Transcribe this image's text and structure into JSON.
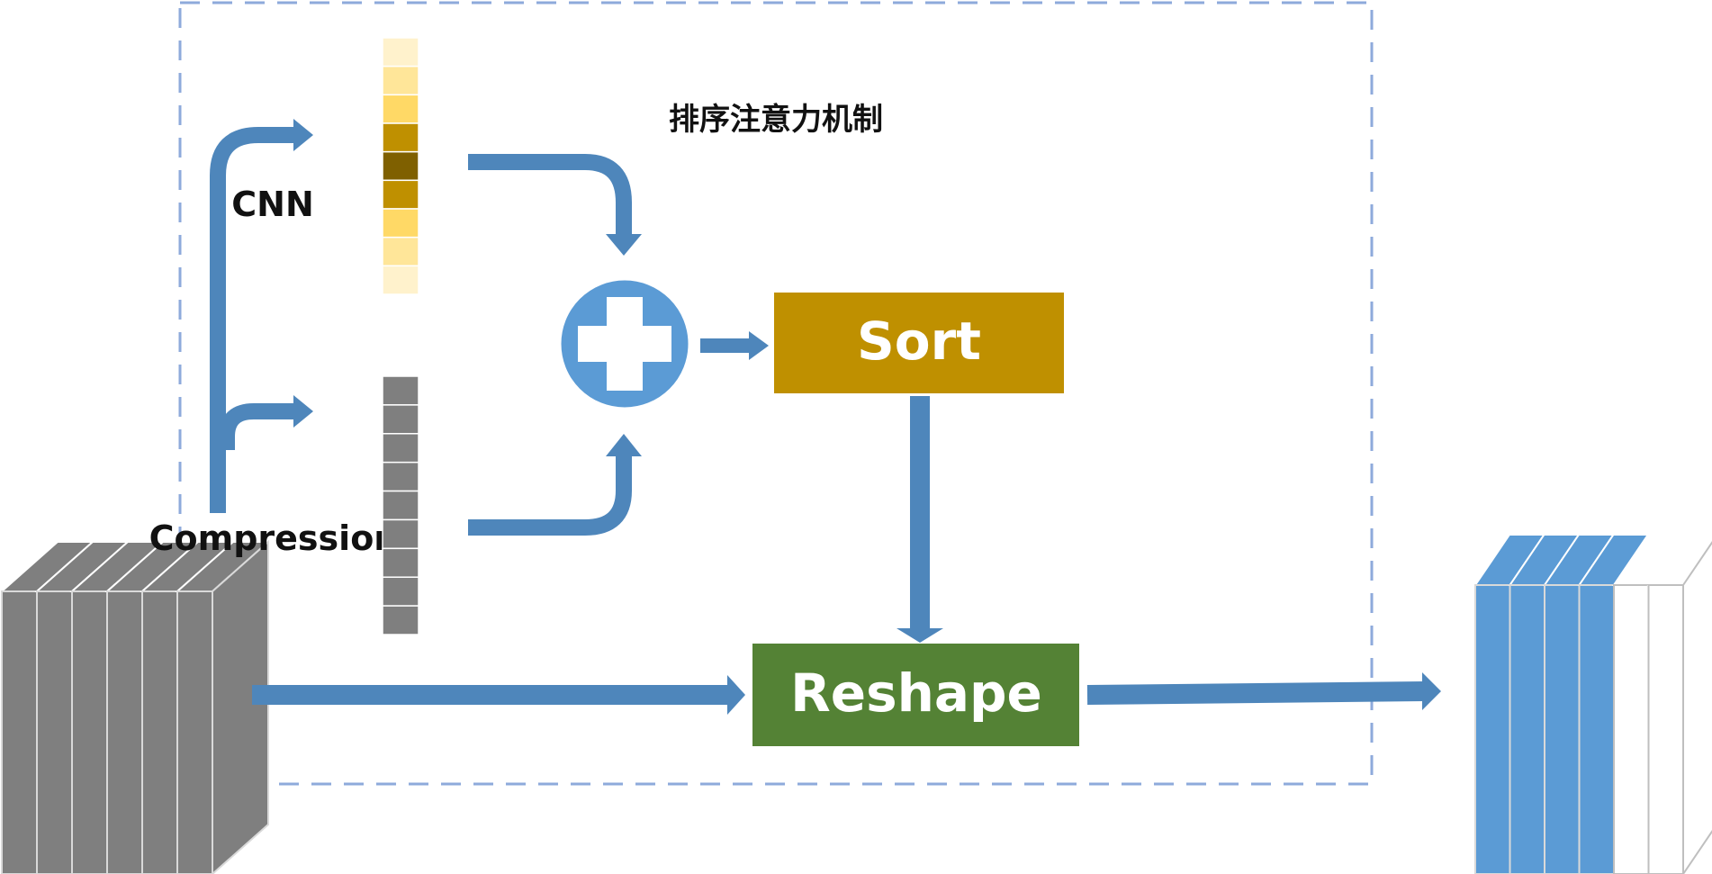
{
  "title": "排序注意力机制",
  "labels": {
    "cnn": "CNN",
    "compression": "Compression"
  },
  "blocks": {
    "sort": "Sort",
    "reshape": "Reshape"
  },
  "add_operator": "+",
  "icons": {
    "add": "plus-circle-icon"
  },
  "colors": {
    "arrow": "#4e86bb",
    "sort_box": "#bf9000",
    "reshape_box": "#548235",
    "add_circle": "#5b9bd5",
    "dashed_frame": "#8eaadb",
    "input_tensor": "#7f7f7f",
    "output_tensor_blue": "#5b9bd5",
    "compression_vector": "#7f7f7f"
  },
  "weight_vector_colors": [
    "#fff2cc",
    "#ffe699",
    "#ffd966",
    "#bf9000",
    "#7f6000",
    "#bf9000",
    "#ffd966",
    "#ffe699",
    "#fff2cc"
  ],
  "compression_vector_cells": 9,
  "input_tensor_slices": 6,
  "output_tensor_slices": [
    "blue",
    "blue",
    "blue",
    "blue",
    "white",
    "white"
  ]
}
